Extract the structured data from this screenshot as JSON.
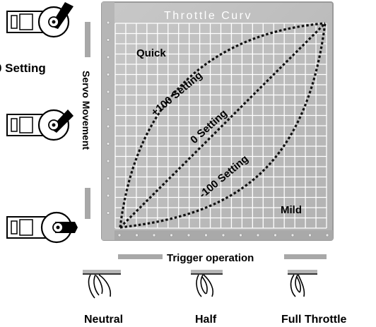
{
  "panel": {
    "title": "Throttle Curv"
  },
  "curves": {
    "plus_label": "+100 Setting",
    "zero_label": "0 Setting",
    "minus_label": "-100 Setting"
  },
  "zones": {
    "quick": "Quick",
    "mild": "Mild"
  },
  "left_side": {
    "setting_fragment": "0 Setting",
    "axis_label": "Servo Movement"
  },
  "bottom": {
    "axis_label": "Trigger operation",
    "triggers": [
      "Neutral",
      "Half",
      "Full Throttle"
    ]
  },
  "colors": {
    "panel_fill": "#bdbdbd",
    "grid_line": "#ffffff",
    "curve": "#111111",
    "title_text": "#ffffff"
  }
}
